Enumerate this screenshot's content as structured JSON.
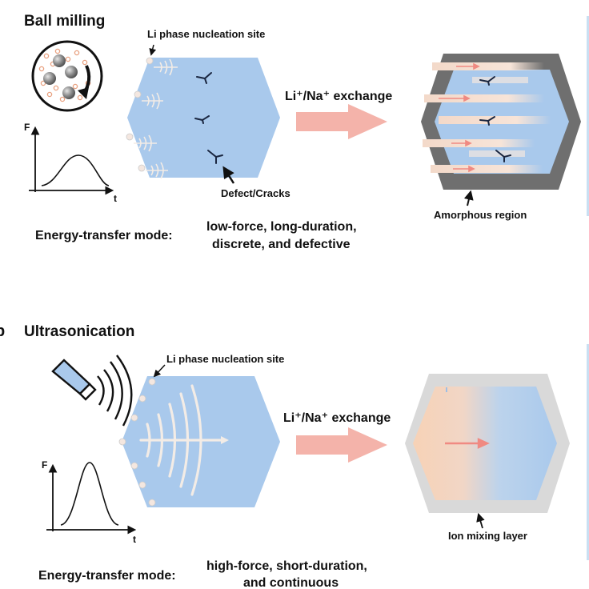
{
  "panel_a": {
    "title": "Ball milling",
    "nucleation_label": "Li phase nucleation site",
    "defect_label": "Defect/Cracks",
    "exchange_label": "Li⁺/Na⁺ exchange",
    "amorphous_label": "Amorphous region",
    "axis_f": "F",
    "axis_t": "t",
    "mode_label": "Energy-transfer mode:",
    "mode_line1": "low-force, long-duration,",
    "mode_line2": "discrete, and defective"
  },
  "panel_b": {
    "letter": "b",
    "title": "Ultrasonication",
    "nucleation_label": "Li phase nucleation site",
    "exchange_label": "Li⁺/Na⁺ exchange",
    "ion_layer_label": "Ion mixing layer",
    "axis_f": "F",
    "axis_t": "t",
    "mode_label": "Energy-transfer mode:",
    "mode_line1": "high-force, short-duration,",
    "mode_line2": "and continuous"
  },
  "colors": {
    "crystal_blue": "#a9c9ec",
    "arrow_pink": "#f4b3aa",
    "amorphous_gray": "#6f6f6f",
    "mixing_gray": "#d9d9d9",
    "ball_gray": "#7d7d7d"
  }
}
